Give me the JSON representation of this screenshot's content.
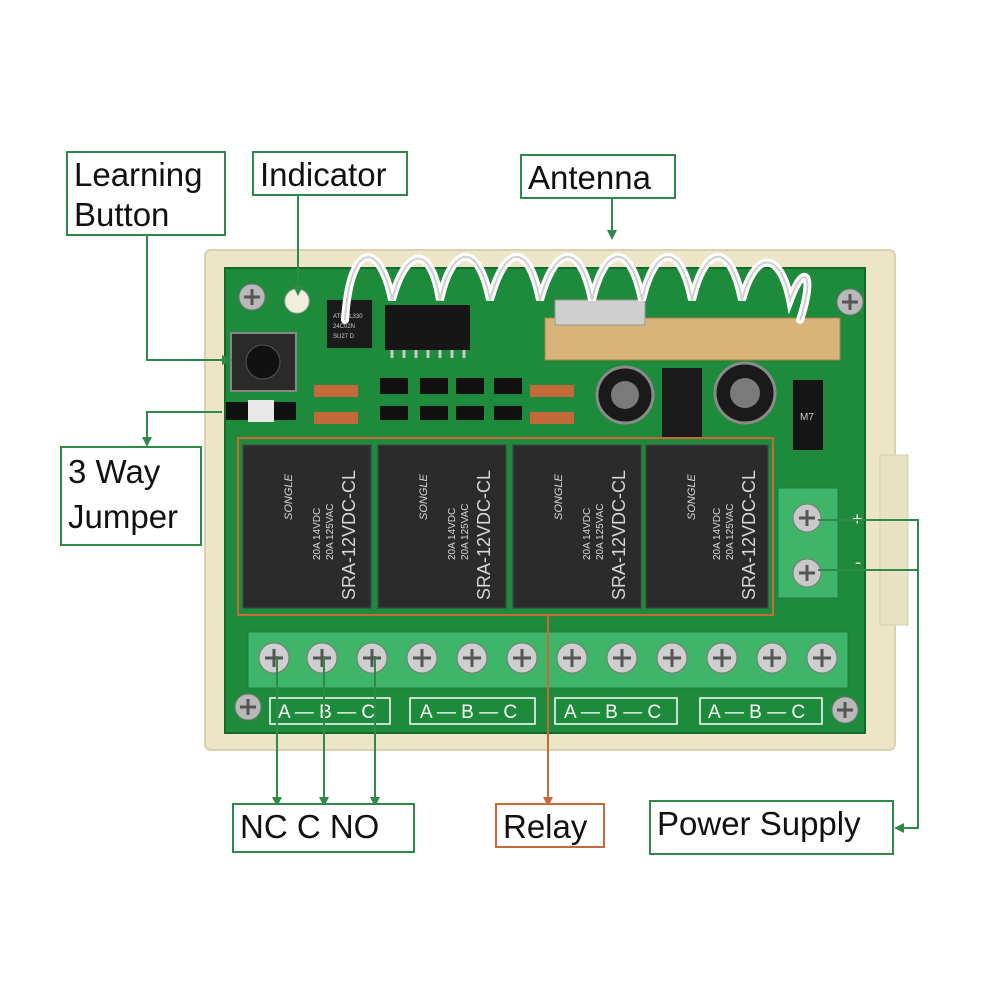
{
  "labels": {
    "learning_line1": "Learning",
    "learning_line2": "Button",
    "indicator": "Indicator",
    "antenna": "Antenna",
    "jumper_line1": "3 Way",
    "jumper_line2": "Jumper",
    "terminals": "NC C NO",
    "relay": "Relay",
    "power": "Power Supply"
  },
  "relays": [
    {
      "model": "SRA-12VDC-CL",
      "brand": "SONGLE",
      "rating1": "20A 14VDC",
      "rating2": "20A 125VAC"
    },
    {
      "model": "SRA-12VDC-CL",
      "brand": "SONGLE",
      "rating1": "20A 14VDC",
      "rating2": "20A 125VAC"
    },
    {
      "model": "SRA-12VDC-CL",
      "brand": "SONGLE",
      "rating1": "20A 14VDC",
      "rating2": "20A 125VAC"
    },
    {
      "model": "SRA-12VDC-CL",
      "brand": "SONGLE",
      "rating1": "20A 14VDC",
      "rating2": "20A 125VAC"
    }
  ],
  "terminal_groups": [
    {
      "text": "A — B — C"
    },
    {
      "text": "A — B — C"
    },
    {
      "text": "A — B — C"
    },
    {
      "text": "A — B — C"
    }
  ],
  "power_marks": {
    "plus": "+",
    "minus": "-"
  },
  "chip_text": {
    "ic1_line1": "ATMEL330",
    "ic1_line2": "24C02N",
    "ic1_line3": "SU27 D",
    "regulator": "M7"
  },
  "colors": {
    "label_border": "#2f8a4a",
    "relay_border": "#c8693a",
    "pcb": "#1f8a3e",
    "housing": "#efe9cf",
    "relay_body": "#2a2a2a",
    "terminal": "#3fb56a"
  }
}
